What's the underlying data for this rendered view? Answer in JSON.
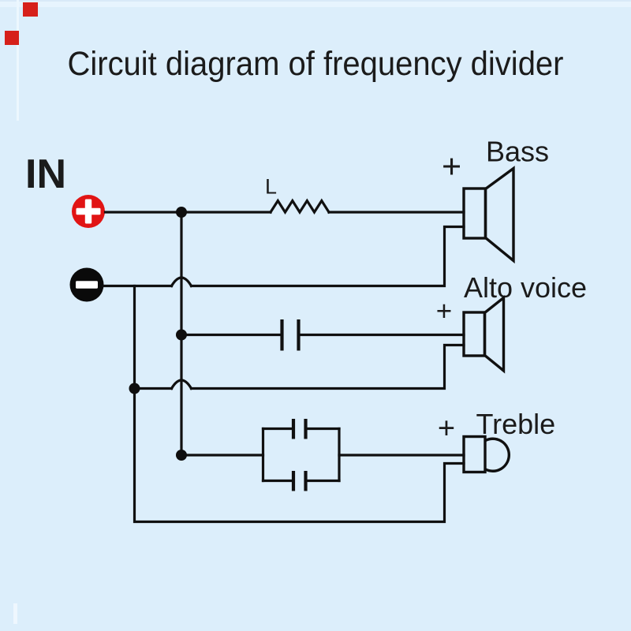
{
  "title": "Circuit diagram of frequency divider",
  "input": {
    "label": "IN"
  },
  "inductor": {
    "label": "L"
  },
  "speakers": {
    "bass": {
      "label": "Bass",
      "polarity": "+"
    },
    "alto": {
      "label": "Alto voice",
      "polarity": "+"
    },
    "treble": {
      "label": "Treble",
      "polarity": "+"
    }
  },
  "colors": {
    "background": "#dceefb",
    "wire": "#101010",
    "text": "#1b1b1b",
    "plus_terminal_fill": "#e11414",
    "minus_terminal_fill": "#0a0a0a",
    "terminal_glyph": "#ffffff",
    "decor_square": "#d6201a"
  }
}
